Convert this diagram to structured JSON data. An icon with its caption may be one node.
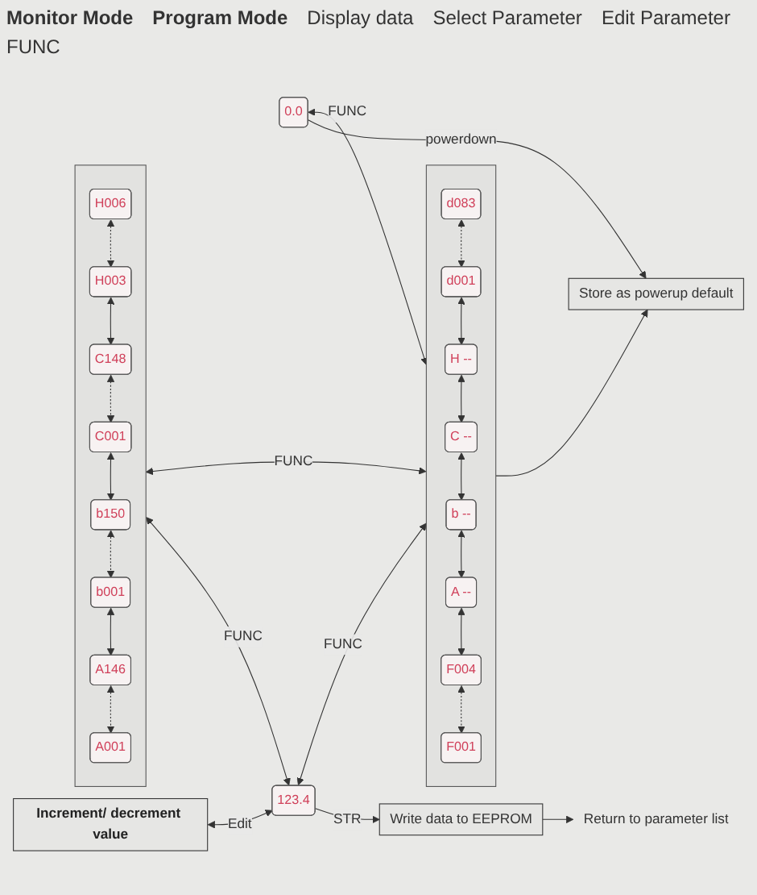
{
  "diagram": {
    "nodes": [
      {
        "text": [
          "0.0"
        ]
      },
      {
        "text": [],
        "shape": "box"
      },
      {
        "text": [
          "d083"
        ],
        "in": 1
      },
      {
        "text": [
          "d001"
        ],
        "in": 1
      },
      {
        "text": [
          "H --"
        ],
        "in": 1
      },
      {
        "text": [
          "C --"
        ],
        "in": 1
      },
      {
        "text": [
          "b --"
        ],
        "in": 1
      },
      {
        "text": [
          "A --"
        ],
        "in": 1
      },
      {
        "text": [
          "F004"
        ],
        "in": 1
      },
      {
        "text": [
          "F001"
        ],
        "in": 1
      },
      {
        "text": [],
        "shape": "box"
      },
      {
        "text": [
          "H006"
        ],
        "in": 10
      },
      {
        "text": [
          "H003"
        ],
        "in": 10
      },
      {
        "text": [
          "C148"
        ],
        "in": 10
      },
      {
        "text": [
          "C001"
        ],
        "in": 10
      },
      {
        "text": [
          "b150"
        ],
        "in": 10
      },
      {
        "text": [
          "b001"
        ],
        "in": 10
      },
      {
        "text": [
          "A146"
        ],
        "in": 10
      },
      {
        "text": [
          "A001"
        ],
        "in": 10
      },
      {
        "text": [
          "Store as powerup default"
        ]
      },
      {
        "text": [
          "Increment/ decrement value"
        ]
      },
      {
        "text": [
          "123.4"
        ]
      },
      {
        "text": [
          "Write data to EEPROM"
        ]
      },
      {
        "text": [
          "Return to parameter list"
        ]
      }
    ],
    "edges": [
      {
        "from": 0,
        "to": 1,
        "arrow": "both",
        "label": "FUNC"
      },
      {
        "from": 0,
        "to": 19,
        "arrow": "to",
        "label": "powerdown"
      },
      {
        "from": 1,
        "to": 19,
        "arrow": "to"
      },
      {
        "from": 2,
        "to": 3,
        "arrow": "both",
        "style": "dashed"
      },
      {
        "from": 3,
        "to": 4,
        "arrow": "both"
      },
      {
        "from": 4,
        "to": 5,
        "arrow": "both"
      },
      {
        "from": 5,
        "to": 6,
        "arrow": "both"
      },
      {
        "from": 6,
        "to": 7,
        "arrow": "both"
      },
      {
        "from": 7,
        "to": 8,
        "arrow": "both"
      },
      {
        "from": 8,
        "to": 9,
        "arrow": "both",
        "style": "dashed"
      },
      {
        "from": 11,
        "to": 12,
        "arrow": "both",
        "style": "dashed"
      },
      {
        "from": 12,
        "to": 13,
        "arrow": "both"
      },
      {
        "from": 13,
        "to": 14,
        "arrow": "both",
        "style": "dashed"
      },
      {
        "from": 14,
        "to": 15,
        "arrow": "both"
      },
      {
        "from": 15,
        "to": 16,
        "arrow": "both",
        "style": "dashed"
      },
      {
        "from": 16,
        "to": 17,
        "arrow": "both"
      },
      {
        "from": 17,
        "to": 18,
        "arrow": "both",
        "style": "dashed"
      },
      {
        "from": 1,
        "to": 10,
        "arrow": "both",
        "label": "FUNC"
      },
      {
        "from": 10,
        "to": 21,
        "arrow": "both",
        "label": "FUNC"
      },
      {
        "from": 21,
        "to": 1,
        "arrow": "both",
        "label": "FUNC"
      },
      {
        "from": 20,
        "to": 21,
        "arrow": "both",
        "label": "Edit"
      },
      {
        "from": 21,
        "to": 22,
        "arrow": "to",
        "label": "STR"
      },
      {
        "from": 22,
        "to": 23,
        "arrow": "to"
      }
    ],
    "labels": [
      "Monitor Mode",
      "Program Mode",
      "Display data",
      "Select Parameter",
      "Edit Parameter",
      "FUNC"
    ]
  }
}
